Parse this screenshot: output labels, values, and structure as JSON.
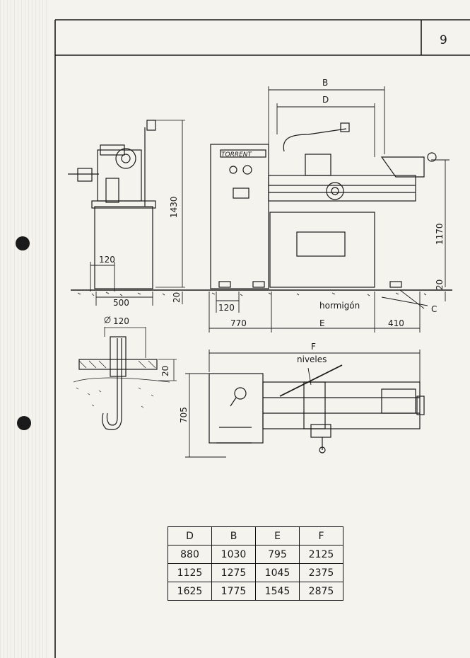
{
  "page_number": "9",
  "brand_plate": "TORRENT",
  "dimensions": {
    "b": "B",
    "d": "D",
    "height_total": "1430",
    "height_spindle": "1170",
    "base_offset_left": "20",
    "base_offset_right": "20",
    "anchor_spacing_side": "120",
    "base_width_side": "500",
    "anchor_spacing_front": "120",
    "length_left": "770",
    "e": "E",
    "length_right": "410",
    "c": "C",
    "foundation_label": "hormigón",
    "bolt_width": "120",
    "bolt_depth": "20",
    "f": "F",
    "levels_label": "niveles",
    "plan_depth": "705"
  },
  "table": {
    "headers": [
      "D",
      "B",
      "E",
      "F"
    ],
    "rows": [
      [
        "880",
        "1030",
        "795",
        "2125"
      ],
      [
        "1125",
        "1275",
        "1045",
        "2375"
      ],
      [
        "1625",
        "1775",
        "1545",
        "2875"
      ]
    ]
  }
}
